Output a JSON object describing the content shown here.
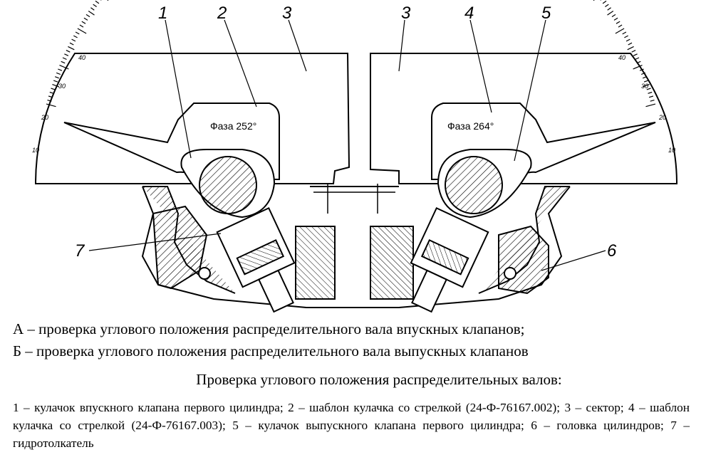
{
  "figure": {
    "callouts": [
      "1",
      "2",
      "3",
      "3",
      "4",
      "5",
      "6",
      "7"
    ],
    "template_left_label": "Фаза 252°",
    "template_right_label": "Фаза 264°",
    "scale_left_ticks": [
      "40",
      "30",
      "20",
      "10"
    ],
    "scale_right_ticks": [
      "40",
      "30",
      "20",
      "10"
    ]
  },
  "caption": {
    "line_a": "А – проверка углового положения распределительного вала впускных клапанов;",
    "line_b": "Б – проверка углового положения распределительного вала выпускных клапанов",
    "title": "Проверка углового положения распределительных валов:",
    "legend": "1 – кулачок впускного клапана первого цилиндра; 2 – шаблон кулачка со стрелкой (24-Ф-76167.002); 3 – сектор; 4 – шаблон кулачка со стрелкой (24-Ф-76167.003); 5 – кулачок выпускного клапана первого цилиндра; 6 – головка цилиндров; 7 – гидротолкатель"
  }
}
